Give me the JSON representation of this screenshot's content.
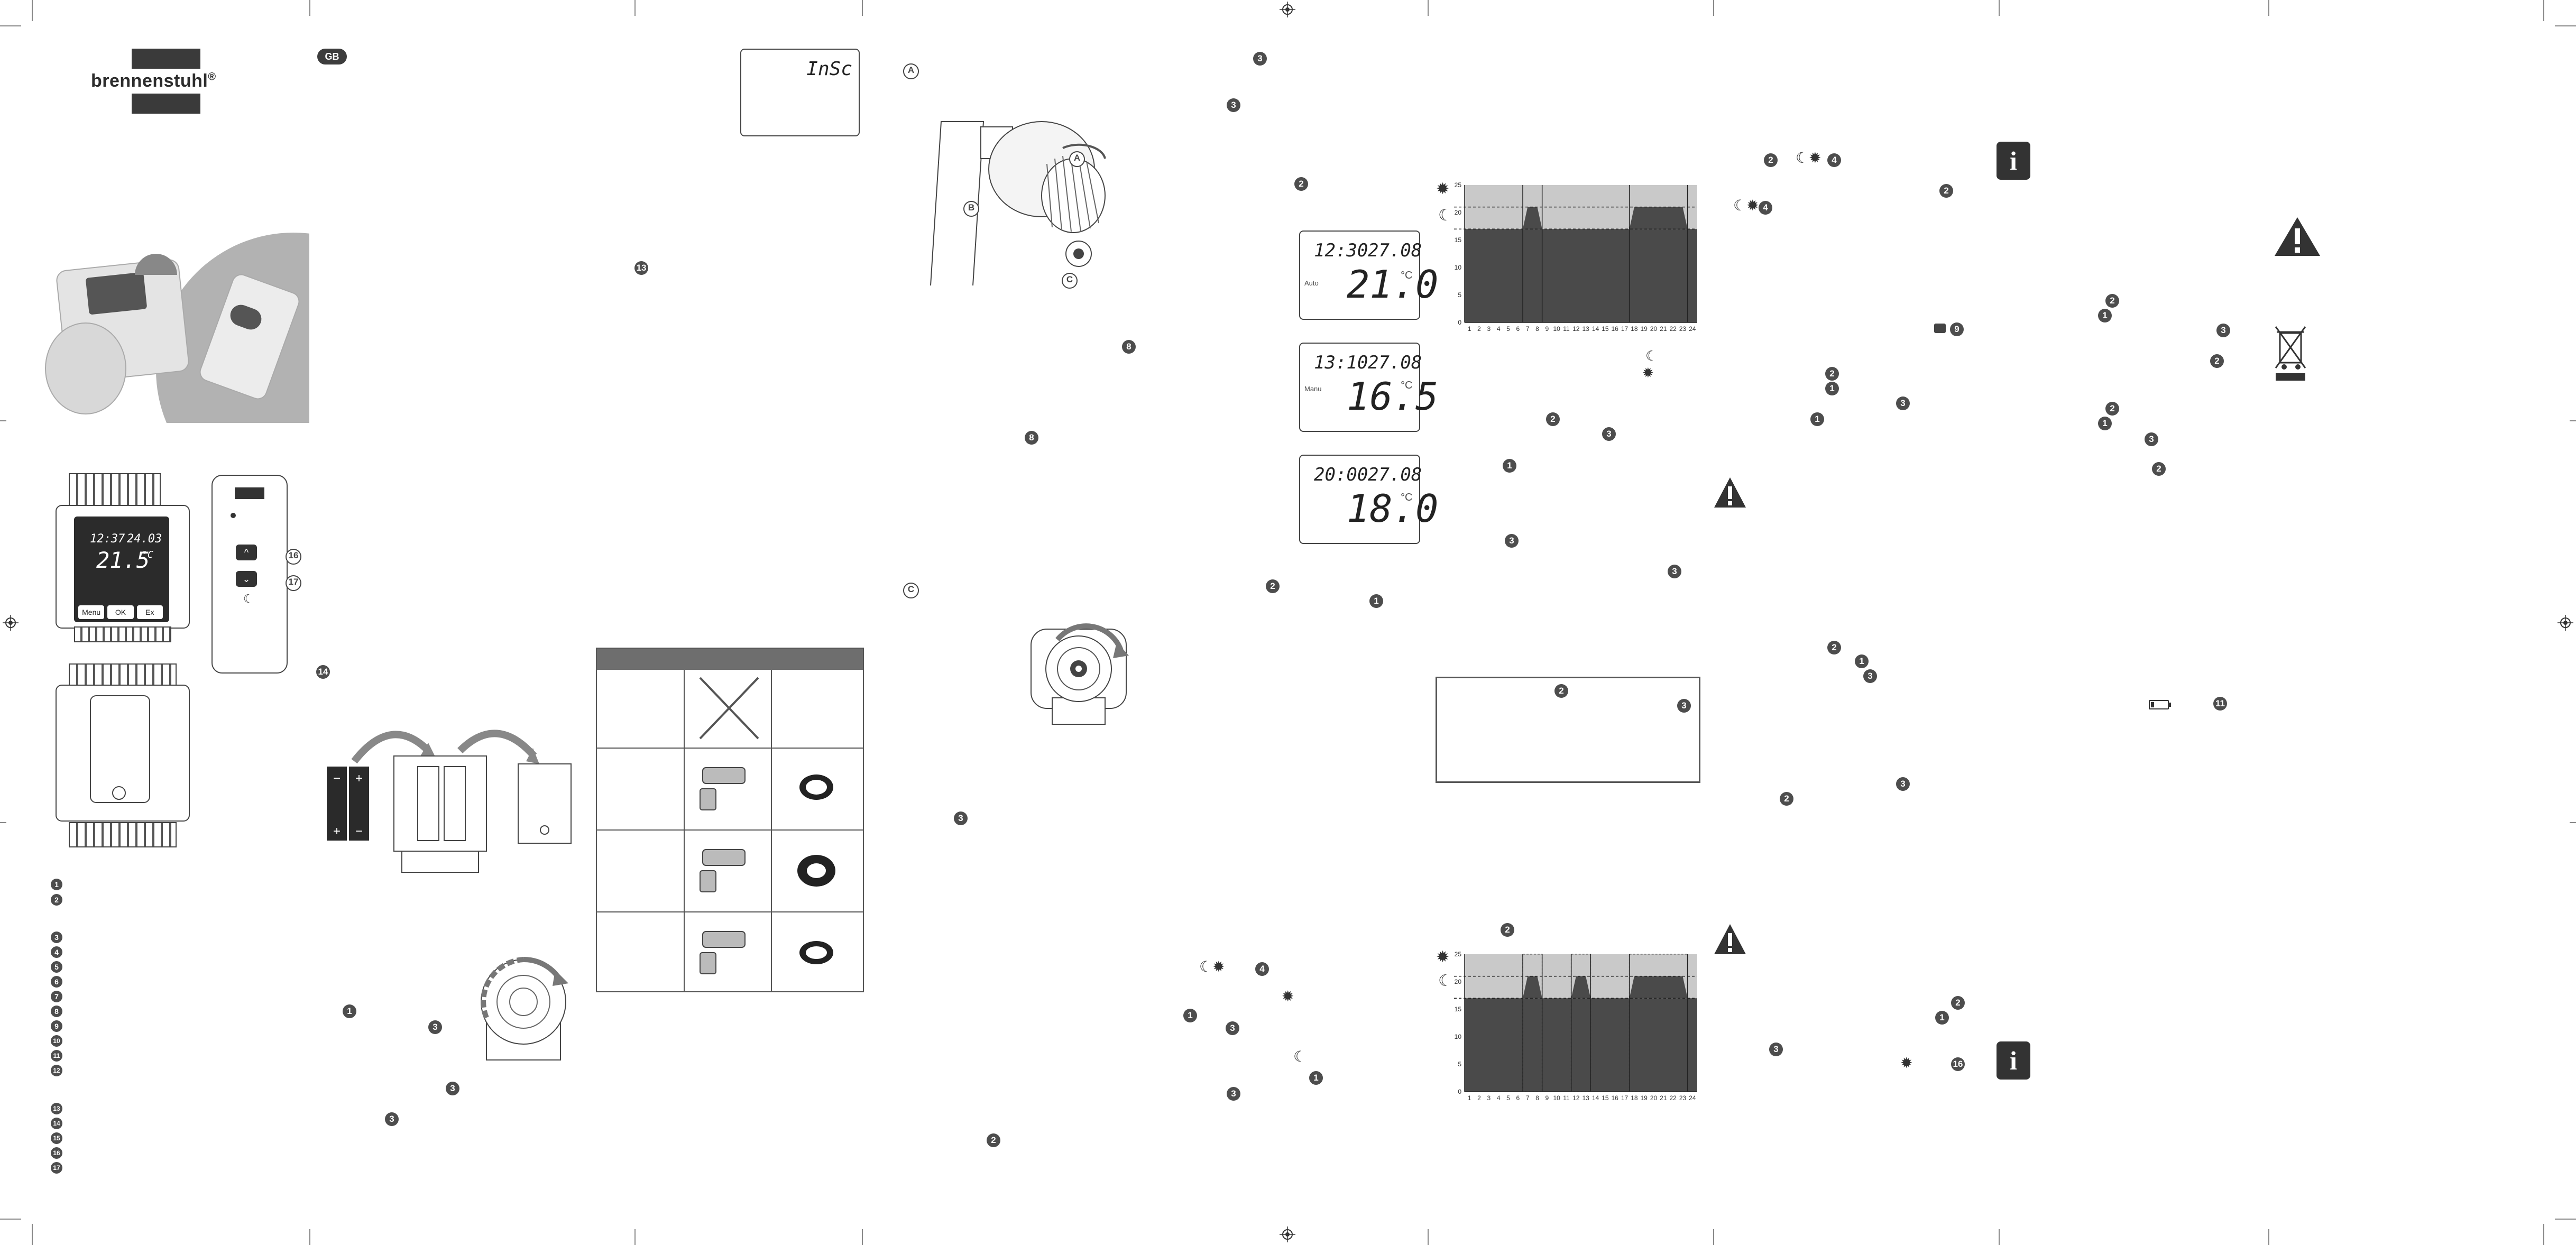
{
  "brand": {
    "name": "brennenstuhl",
    "registered": "®"
  },
  "language_badge": "GB",
  "display_top": {
    "text": "InSc"
  },
  "figure_labels": {
    "A": "A",
    "B": "B",
    "C": "C"
  },
  "legend_numbers": [
    "1",
    "2",
    "3",
    "4",
    "5",
    "6",
    "7",
    "8",
    "9",
    "10",
    "11",
    "12",
    "13",
    "14",
    "15",
    "16",
    "17"
  ],
  "device": {
    "time": "12:37",
    "date": "24.03",
    "temp": "21.5",
    "unit": "°C",
    "buttons": [
      "Menu",
      "OK",
      "Ex"
    ]
  },
  "lcd_auto": {
    "time": "12:30",
    "date": "27.08",
    "mode": "Auto",
    "temp": "21.0",
    "unit": "°C"
  },
  "lcd_manu": {
    "time": "13:10",
    "date": "27.08",
    "mode": "Manu",
    "temp": "16.5",
    "unit": "°C"
  },
  "lcd_holiday": {
    "time": "20:00",
    "date": "27.08",
    "temp": "18.0",
    "unit": "°C"
  },
  "chart_data": [
    {
      "type": "area",
      "x": [
        1,
        2,
        3,
        4,
        5,
        6,
        7,
        8,
        9,
        10,
        11,
        12,
        13,
        14,
        15,
        16,
        17,
        18,
        19,
        20,
        21,
        22,
        23,
        24
      ],
      "ylim": [
        0,
        25
      ],
      "yticks": [
        0,
        5,
        10,
        15,
        20,
        25
      ],
      "comfort_level": 21,
      "eco_level": 17,
      "comfort_periods": [
        [
          6,
          8
        ],
        [
          17,
          23
        ]
      ]
    },
    {
      "type": "area",
      "x": [
        1,
        2,
        3,
        4,
        5,
        6,
        7,
        8,
        9,
        10,
        11,
        12,
        13,
        14,
        15,
        16,
        17,
        18,
        19,
        20,
        21,
        22,
        23,
        24
      ],
      "ylim": [
        0,
        25
      ],
      "yticks": [
        0,
        5,
        10,
        15,
        20,
        25
      ],
      "comfort_level": 21,
      "eco_level": 17,
      "comfort_periods": [
        [
          6,
          8
        ],
        [
          11,
          13
        ],
        [
          17,
          23
        ]
      ]
    }
  ],
  "table": {
    "rows": 4,
    "cols": 3
  },
  "ref_numbers": {
    "c3": "3",
    "c2": "2",
    "c1": "1",
    "c4": "4",
    "c8": "8",
    "c9": "9",
    "c11": "11",
    "c13": "13",
    "c14": "14",
    "c16": "16"
  }
}
